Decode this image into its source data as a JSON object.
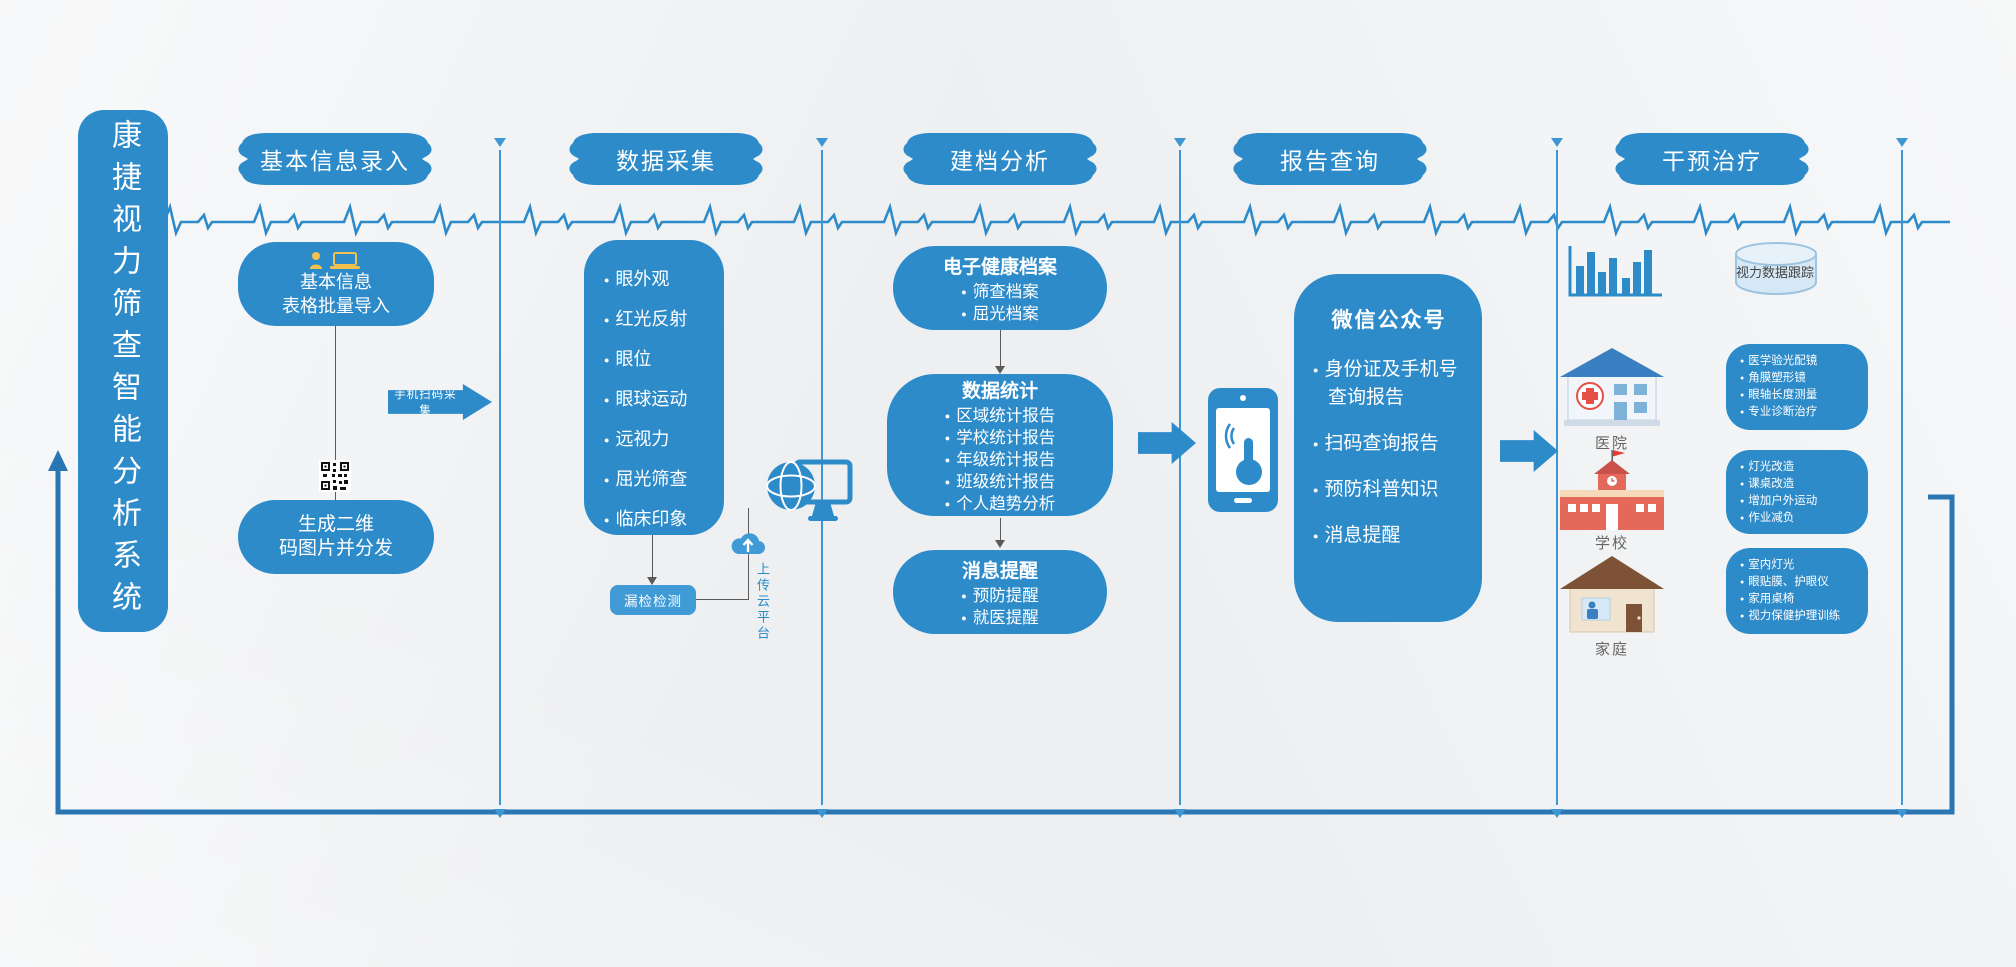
{
  "colors": {
    "primary": "#2e8bca",
    "loop_line": "#2a76b3"
  },
  "sidebar": {
    "title": "康捷视力筛查智能分析系统"
  },
  "headers": [
    "基本信息录入",
    "数据采集",
    "建档分析",
    "报告查询",
    "干预治疗"
  ],
  "col1": {
    "import_box": {
      "line1": "基本信息",
      "line2": "表格批量导入"
    },
    "qr_box": {
      "line1": "生成二维",
      "line2": "码图片并分发"
    },
    "scan_arrow": "手机扫码采集"
  },
  "col2": {
    "items": [
      "眼外观",
      "红光反射",
      "眼位",
      "眼球运动",
      "远视力",
      "屈光筛查",
      "临床印象"
    ],
    "miss_check": "漏检检测",
    "upload_label": "上传云平台"
  },
  "col3": {
    "cards": [
      {
        "title": "电子健康档案",
        "items": [
          "筛查档案",
          "屈光档案"
        ]
      },
      {
        "title": "数据统计",
        "items": [
          "区域统计报告",
          "学校统计报告",
          "年级统计报告",
          "班级统计报告",
          "个人趋势分析"
        ]
      },
      {
        "title": "消息提醒",
        "items": [
          "预防提醒",
          "就医提醒"
        ]
      }
    ]
  },
  "col4": {
    "title": "微信公众号",
    "items": [
      "身份证及手机号查询报告",
      "扫码查询报告",
      "预防科普知识",
      "消息提醒"
    ]
  },
  "col5": {
    "tracking_label": "视力数据跟踪",
    "groups": [
      {
        "label": "医院",
        "items": [
          "医学验光配镜",
          "角膜塑形镜",
          "眼轴长度测量",
          "专业诊断治疗"
        ]
      },
      {
        "label": "学校",
        "items": [
          "灯光改造",
          "课桌改造",
          "增加户外运动",
          "作业减负"
        ]
      },
      {
        "label": "家庭",
        "items": [
          "室内灯光",
          "眼贴膜、护眼仪",
          "家用桌椅",
          "视力保健护理训练"
        ]
      }
    ]
  }
}
